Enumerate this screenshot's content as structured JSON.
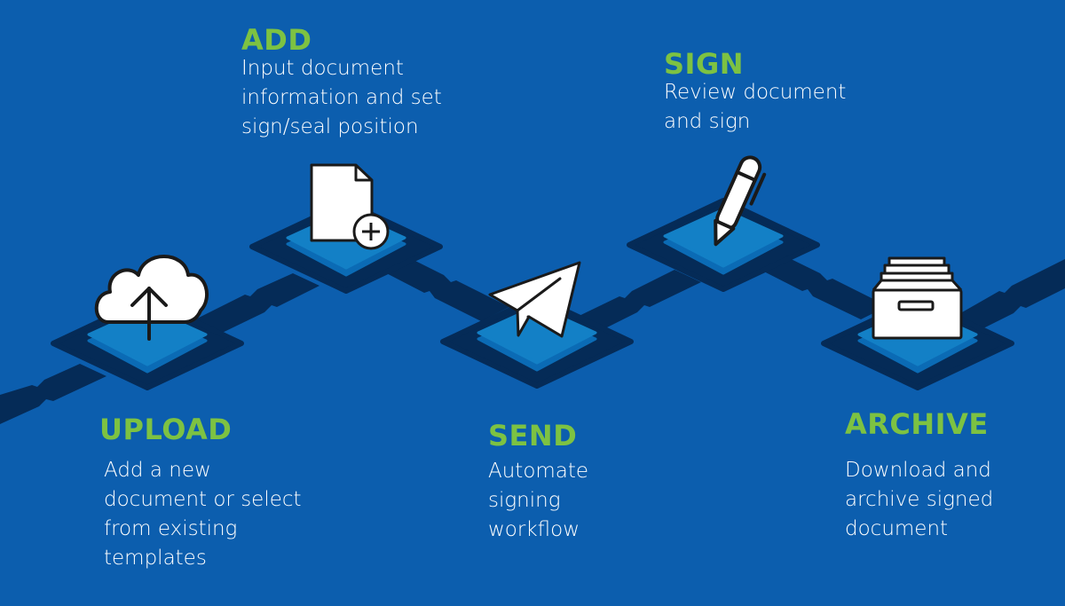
{
  "colors": {
    "background": "#0c5eae",
    "track": "#052b57",
    "platform_top": "#1380c6",
    "platform_edge": "#0b6bb5",
    "title_green": "#7dc242",
    "text_white": "#ffffff",
    "icon_stroke": "#1a1a1a"
  },
  "steps": [
    {
      "id": "upload",
      "title": "UPLOAD",
      "description": "Add a new\ndocument or select\nfrom existing\ntemplates",
      "icon": "cloud-upload-icon"
    },
    {
      "id": "add",
      "title": "ADD",
      "description": "Input document\ninformation and set\nsign/seal position",
      "icon": "document-add-icon"
    },
    {
      "id": "send",
      "title": "SEND",
      "description": "Automate\nsigning\nworkflow",
      "icon": "paper-plane-icon"
    },
    {
      "id": "sign",
      "title": "SIGN",
      "description": "Review document\nand sign",
      "icon": "pen-icon"
    },
    {
      "id": "archive",
      "title": "ARCHIVE",
      "description": "Download and\narchive signed\ndocument",
      "icon": "archive-box-icon"
    }
  ]
}
